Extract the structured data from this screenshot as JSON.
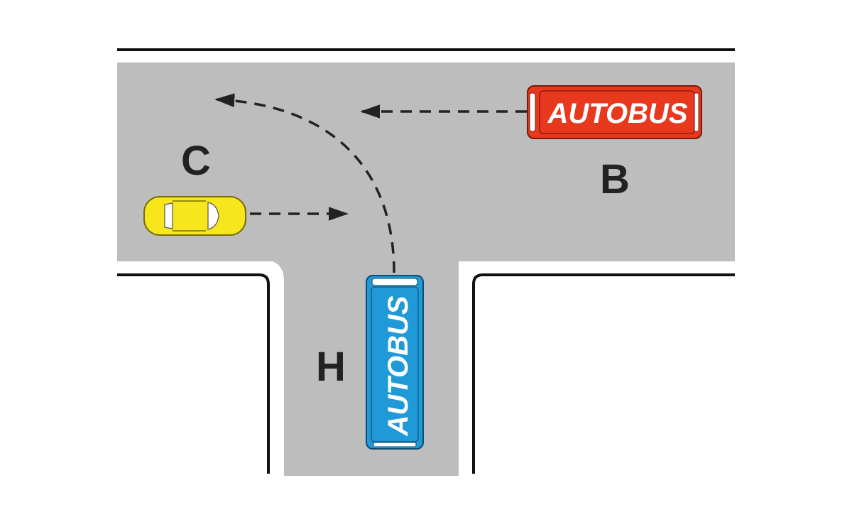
{
  "colors": {
    "road": "#bdbdbd",
    "curb": "#111111",
    "bus_red": "#e8381d",
    "bus_blue": "#1f9ad6",
    "car_yellow": "#f6e61b",
    "path": "#222222"
  },
  "vehicles": {
    "red_bus": {
      "text": "AUTOBUS",
      "label": "B"
    },
    "blue_bus": {
      "text": "AUTOBUS",
      "label": "H"
    },
    "car": {
      "label": "C"
    }
  }
}
